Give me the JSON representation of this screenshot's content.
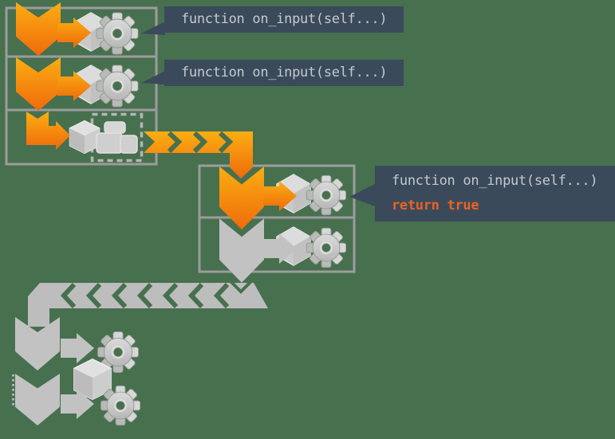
{
  "palette": {
    "bg_color": "#47704F",
    "frame_color": "#9C9C9C",
    "gray_shape": "#C2C2C2",
    "gray_band": "#BDBDBD",
    "orange_top": "#FBAE12",
    "orange_bottom": "#EF6A0B",
    "tooltip_bg": "#3B4A5A",
    "tooltip_text": "#C3C9CF",
    "return_text": "#E96224"
  },
  "tooltips": {
    "t1": {
      "line1": "function on_input(self...)"
    },
    "t2": {
      "line1": "function on_input(self...)"
    },
    "t3": {
      "line1": "function on_input(self...)",
      "line2": "return true"
    }
  }
}
